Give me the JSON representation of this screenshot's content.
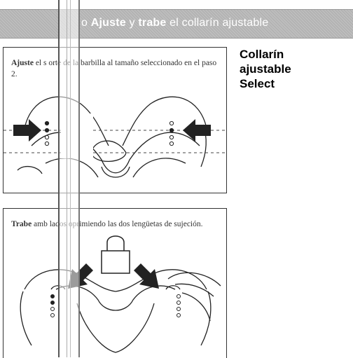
{
  "header": {
    "step_prefix": "o ",
    "word_adjust": "Ajuste",
    "connector": " y ",
    "word_lock": "trabe",
    "rest": " el collarín ajustable"
  },
  "side_title": {
    "line1": "Collarín",
    "line2": "ajustable",
    "line3": "Select"
  },
  "step1": {
    "bold": "Ajuste",
    "text": " el s  orte de la barbilla al tamaño seleccionado en el paso 2."
  },
  "step2": {
    "bold": "Trabe",
    "text": " amb   lados oprimiendo las dos lengüetas de sujeción."
  },
  "icons": {
    "arrow": "arrow-icon",
    "padlock": "padlock-icon"
  }
}
